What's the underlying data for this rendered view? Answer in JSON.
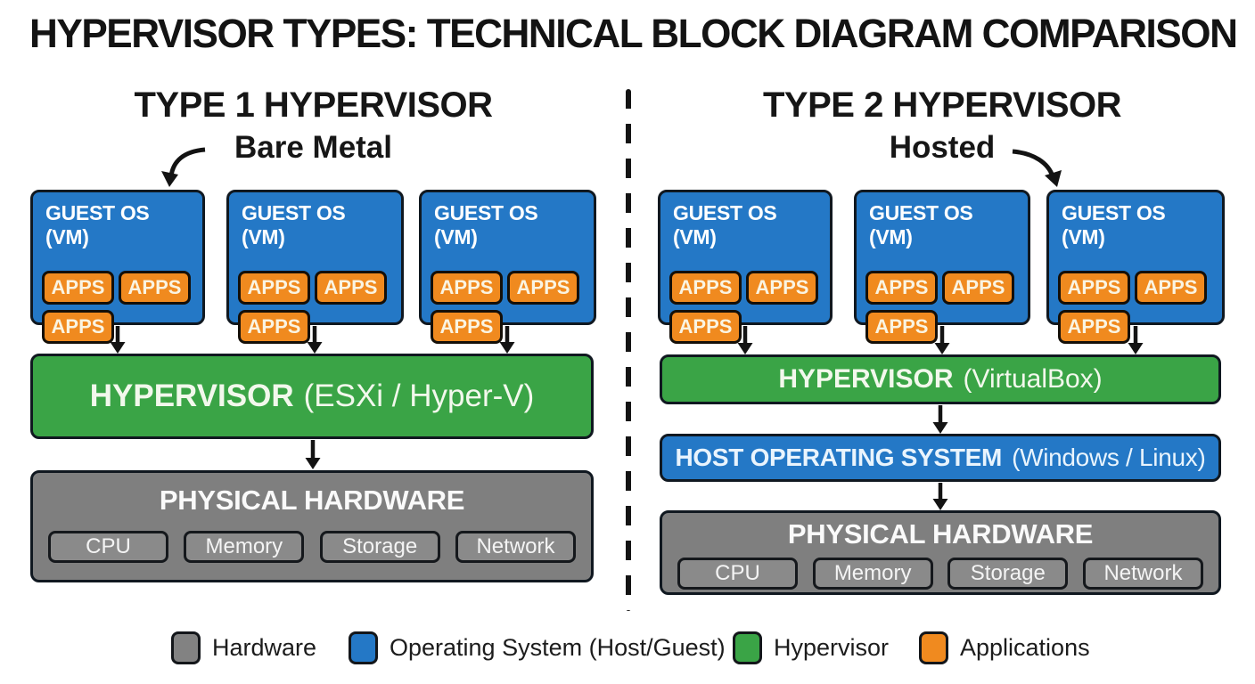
{
  "title": "HYPERVISOR TYPES: TECHNICAL BLOCK DIAGRAM COMPARISON",
  "columns": [
    {
      "heading": "TYPE 1 HYPERVISOR",
      "subheading": "Bare Metal",
      "guest_boxes": [
        {
          "title": "GUEST OS (VM)",
          "apps": [
            "APPS",
            "APPS",
            "APPS"
          ]
        },
        {
          "title": "GUEST OS (VM)",
          "apps": [
            "APPS",
            "APPS",
            "APPS"
          ]
        },
        {
          "title": "GUEST OS (VM)",
          "apps": [
            "APPS",
            "APPS",
            "APPS"
          ]
        }
      ],
      "hypervisor": {
        "bold": "HYPERVISOR",
        "detail": "(ESXi / Hyper-V)"
      },
      "hardware": {
        "title": "PHYSICAL HARDWARE",
        "components": [
          "CPU",
          "Memory",
          "Storage",
          "Network"
        ]
      }
    },
    {
      "heading": "TYPE 2 HYPERVISOR",
      "subheading": "Hosted",
      "guest_boxes": [
        {
          "title": "GUEST OS (VM)",
          "apps": [
            "APPS",
            "APPS",
            "APPS"
          ]
        },
        {
          "title": "GUEST OS (VM)",
          "apps": [
            "APPS",
            "APPS",
            "APPS"
          ]
        },
        {
          "title": "GUEST OS (VM)",
          "apps": [
            "APPS",
            "APPS",
            "APPS"
          ]
        }
      ],
      "hypervisor": {
        "bold": "HYPERVISOR",
        "detail": "(VirtualBox)"
      },
      "host_os": {
        "bold": "HOST OPERATING SYSTEM",
        "detail": "(Windows / Linux)"
      },
      "hardware": {
        "title": "PHYSICAL HARDWARE",
        "components": [
          "CPU",
          "Memory",
          "Storage",
          "Network"
        ]
      }
    }
  ],
  "legend": [
    {
      "label": "Hardware",
      "color": "#828282"
    },
    {
      "label": "Operating System (Host/Guest)",
      "color": "#2478c6"
    },
    {
      "label": "Hypervisor",
      "color": "#3aa446"
    },
    {
      "label": "Applications",
      "color": "#f08a1f"
    }
  ],
  "colors": {
    "hardware_gray": "#7f7f7f",
    "os_blue": "#2478c6",
    "hypervisor_green": "#3aa446",
    "applications_orange": "#f08a1f",
    "outline_black": "#101820",
    "background": "#ffffff"
  }
}
